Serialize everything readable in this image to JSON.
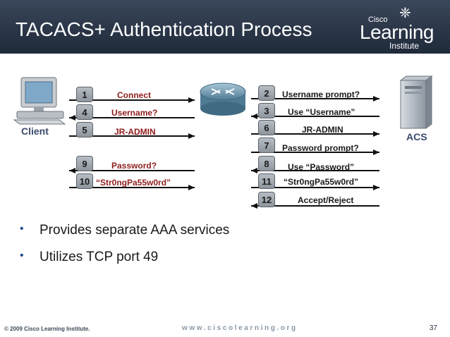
{
  "slide": {
    "title": "TACACS+ Authentication Process",
    "logo": {
      "top": "Cisco",
      "main": "Learning",
      "sub": "Institute"
    }
  },
  "diagram": {
    "client_label": "Client",
    "server_label": "ACS",
    "client_steps": [
      {
        "num": "1",
        "text": "Connect",
        "direction": "right"
      },
      {
        "num": "4",
        "text": "Username?",
        "direction": "left"
      },
      {
        "num": "5",
        "text": "JR-ADMIN",
        "direction": "right"
      },
      {
        "num": "9",
        "text": "Password?",
        "direction": "left"
      },
      {
        "num": "10",
        "text": "“Str0ngPa55w0rd”",
        "direction": "right"
      }
    ],
    "server_steps": [
      {
        "num": "2",
        "text": "Username prompt?",
        "direction": "right"
      },
      {
        "num": "3",
        "text": "Use “Username”",
        "direction": "left"
      },
      {
        "num": "6",
        "text": "JR-ADMIN",
        "direction": "right"
      },
      {
        "num": "7",
        "text": "Password prompt?",
        "direction": "right"
      },
      {
        "num": "8",
        "text": "Use “Password”",
        "direction": "left"
      },
      {
        "num": "11",
        "text": "“Str0ngPa55w0rd”",
        "direction": "right"
      },
      {
        "num": "12",
        "text": "Accept/Reject",
        "direction": "left"
      }
    ]
  },
  "bullets": [
    "Provides separate AAA services",
    "Utilizes TCP port 49"
  ],
  "footer": {
    "copyright": "© 2009 Cisco Learning Institute.",
    "website": "www.ciscolearning.org",
    "page_number": "37"
  }
}
